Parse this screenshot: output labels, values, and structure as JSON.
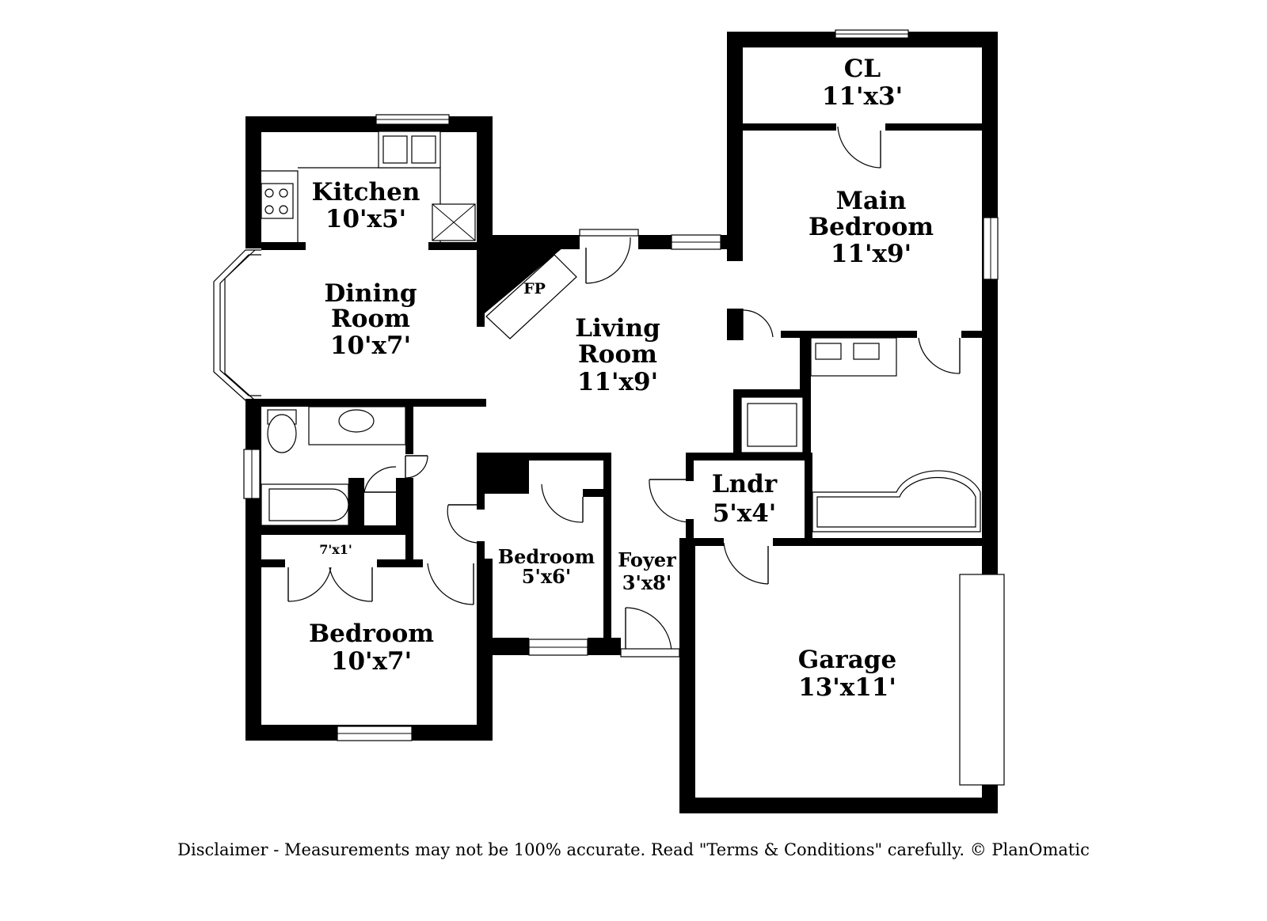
{
  "rooms": {
    "cl": {
      "name": "CL",
      "size": "11'x3'"
    },
    "main_bedroom": {
      "name_line1": "Main",
      "name_line2": "Bedroom",
      "size": "11'x9'"
    },
    "kitchen": {
      "name": "Kitchen",
      "size": "10'x5'"
    },
    "fireplace": {
      "name": "FP"
    },
    "dining_room": {
      "name_line1": "Dining",
      "name_line2": "Room",
      "size": "10'x7'"
    },
    "living_room": {
      "name_line1": "Living",
      "name_line2": "Room",
      "size": "11'x9'"
    },
    "laundry": {
      "name": "Lndr",
      "size": "5'x4'"
    },
    "closet_7x1": {
      "size": "7'x1'"
    },
    "small_bedroom": {
      "name": "Bedroom",
      "size": "5'x6'"
    },
    "foyer": {
      "name": "Foyer",
      "size": "3'x8'"
    },
    "bedroom": {
      "name": "Bedroom",
      "size": "10'x7'"
    },
    "garage": {
      "name": "Garage",
      "size": "13'x11'"
    }
  },
  "disclaimer": "Disclaimer - Measurements may not be 100% accurate. Read \"Terms & Conditions\" carefully. © PlanOmatic"
}
